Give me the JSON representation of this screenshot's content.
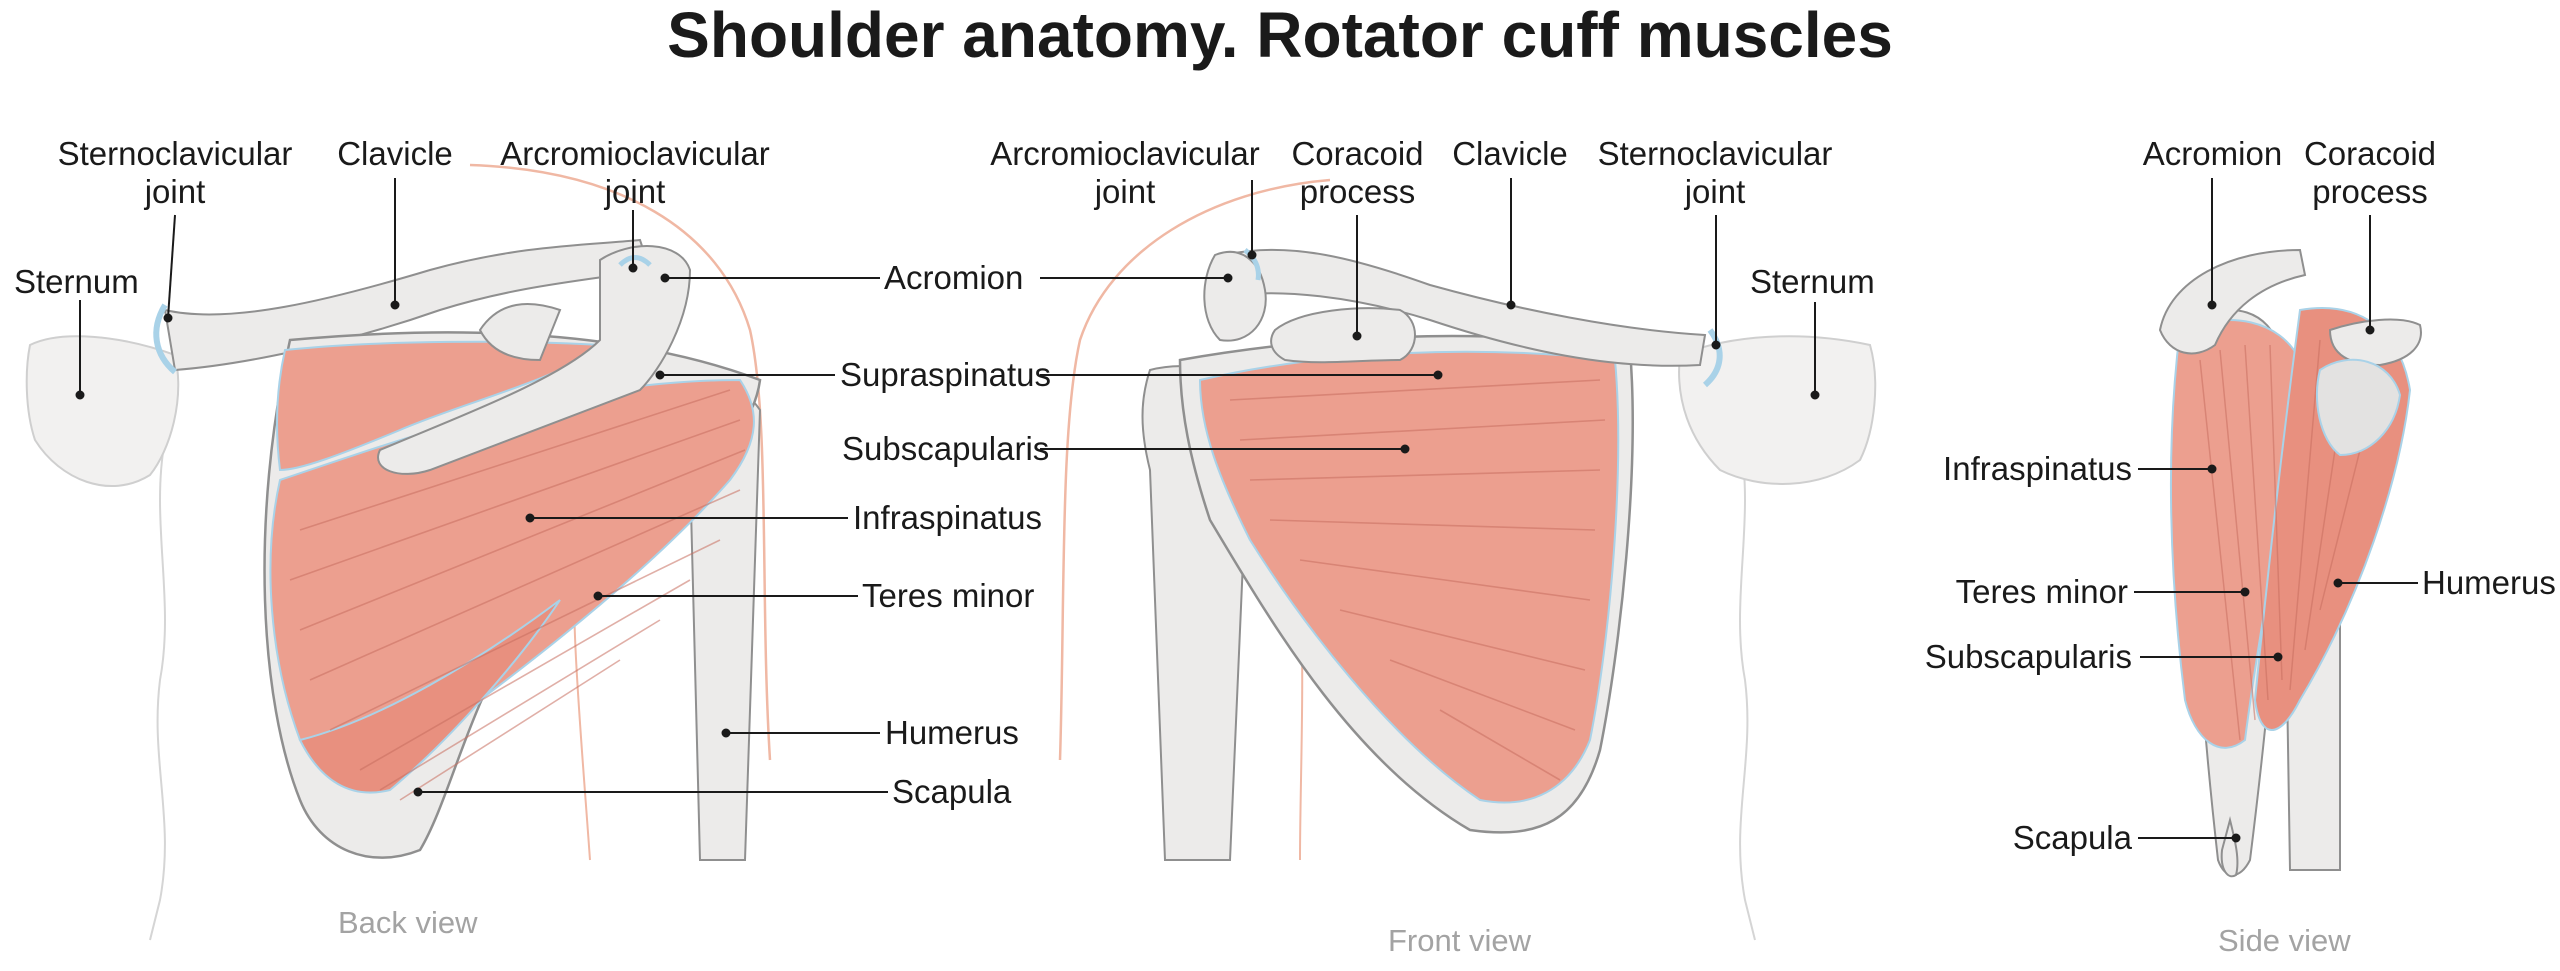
{
  "title": "Shoulder anatomy. Rotator cuff muscles",
  "colors": {
    "bone": "#ecebea",
    "bone_outline": "#8f8f8f",
    "muscle": "#ec9f8f",
    "muscle_line": "#c86e60",
    "cartilage": "#a9d2e8",
    "skin_outline": "#f0b8a4",
    "leader": "#1a1a1a"
  },
  "back_view": {
    "caption": "Back view",
    "labels": {
      "sternoclavicular_joint": "Sternoclavicular\njoint",
      "clavicle": "Clavicle",
      "acromioclavicular_joint": "Arcromioclavicular\njoint",
      "sternum": "Sternum",
      "infraspinatus": "Infraspinatus",
      "teres_minor": "Teres minor",
      "humerus": "Humerus",
      "scapula": "Scapula"
    }
  },
  "shared_labels": {
    "acromion": "Acromion",
    "supraspinatus": "Supraspinatus",
    "subscapularis": "Subscapularis"
  },
  "front_view": {
    "caption": "Front view",
    "labels": {
      "acromioclavicular_joint": "Arcromioclavicular\njoint",
      "coracoid_process": "Coracoid\nprocess",
      "clavicle": "Clavicle",
      "sternoclavicular_joint": "Sternoclavicular\njoint",
      "sternum": "Sternum"
    }
  },
  "side_view": {
    "caption": "Side view",
    "labels": {
      "acromion": "Acromion",
      "coracoid_process": "Coracoid\nprocess",
      "infraspinatus": "Infraspinatus",
      "teres_minor": "Teres minor",
      "subscapularis": "Subscapularis",
      "humerus": "Humerus",
      "scapula": "Scapula"
    }
  }
}
